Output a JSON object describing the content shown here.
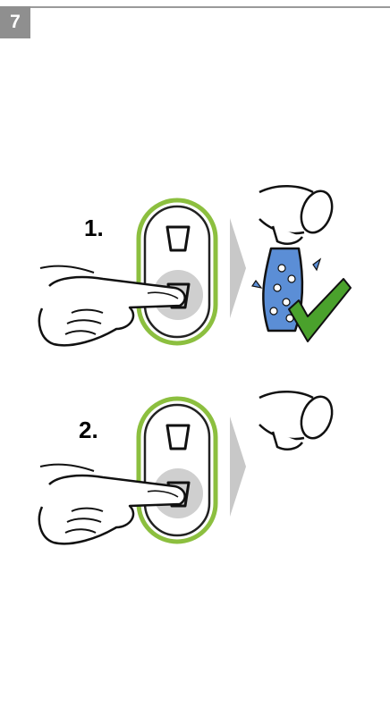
{
  "step_number": "7",
  "steps": [
    {
      "label": "1.",
      "result": "water-flowing"
    },
    {
      "label": "2.",
      "result": "no-water"
    }
  ],
  "colors": {
    "badge": "#8f8f8f",
    "button_frame": "#8cbf3f",
    "water": "#5b8ed6",
    "check": "#4aa12c",
    "arrow": "#c8c8c8",
    "pressed_button": "#cfcfcf"
  },
  "icons": [
    "cup-icon",
    "sparkling-cup-icon",
    "hand-icon",
    "arrow-icon",
    "faucet-icon",
    "water-stream-icon",
    "checkmark-icon"
  ]
}
